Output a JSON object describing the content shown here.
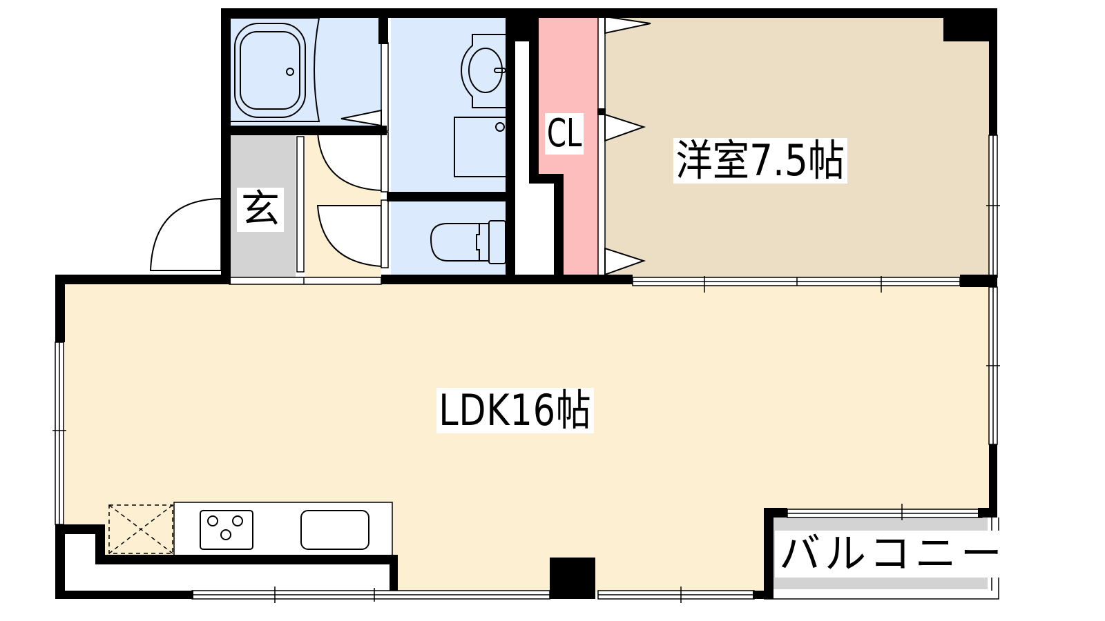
{
  "floor_plan": {
    "rooms": {
      "ldk": {
        "label": "LDK16帖",
        "type": "LDK",
        "size_jo": 16,
        "color": "#fdf0d2"
      },
      "western_room": {
        "label": "洋室7.5帖",
        "type": "洋室",
        "size_jo": 7.5,
        "color": "#ecdec5"
      },
      "closet": {
        "label": "CL",
        "color": "#fdbdbd"
      },
      "entrance": {
        "label": "玄",
        "color": "#d3d3d3"
      },
      "hallway": {
        "color": "#fdf0d2"
      },
      "bathroom": {
        "color": "#dbeafd"
      },
      "washroom": {
        "color": "#dbeafd"
      },
      "toilet": {
        "color": "#dbeafd"
      },
      "balcony": {
        "label": "バルコニー",
        "color": "#d3d3d3"
      }
    },
    "fixtures": [
      "bathtub-icon",
      "washbasin-icon",
      "washing-machine-space-icon",
      "toilet-icon",
      "stove-icon",
      "kitchen-sink-icon",
      "refrigerator-space-icon"
    ],
    "colors": {
      "wall": "#000000",
      "window": "#ffffff",
      "background": "#ffffff"
    }
  }
}
